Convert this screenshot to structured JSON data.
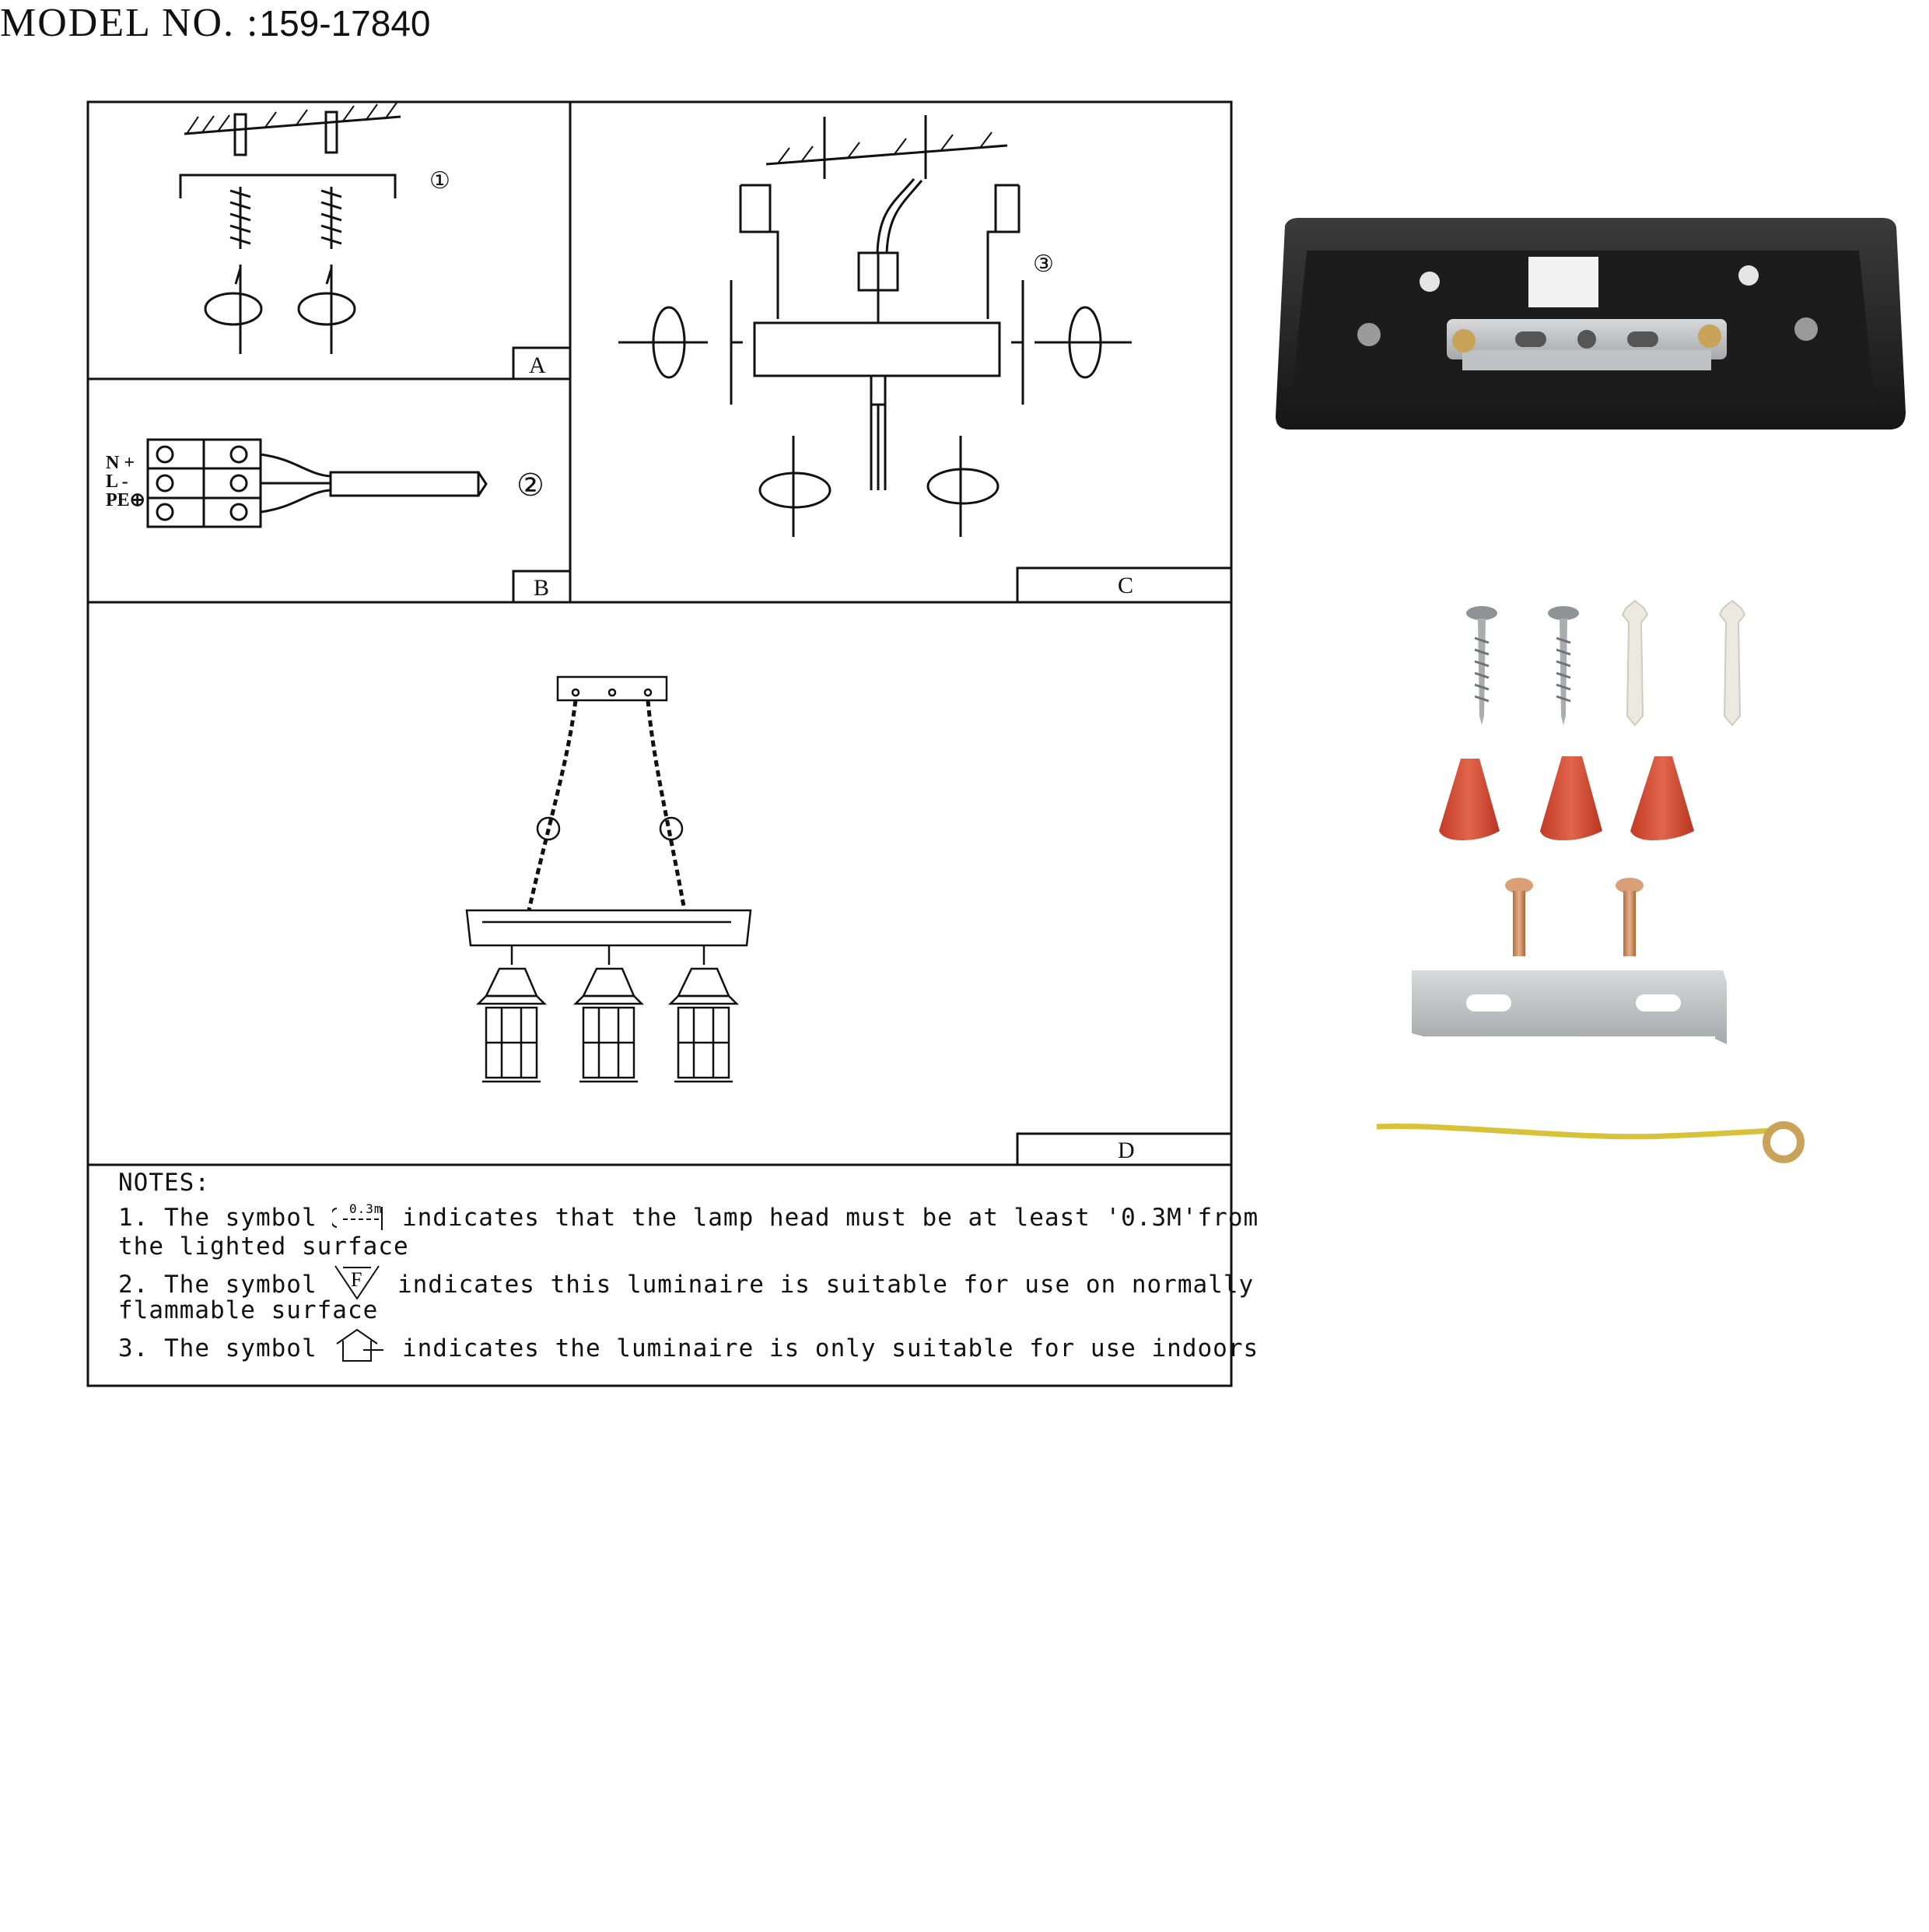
{
  "header": {
    "model_label": "MODEL NO. :",
    "model_number": "159-17840"
  },
  "panels": {
    "a": {
      "label": "A",
      "step": "①"
    },
    "b": {
      "label": "B",
      "step": "②",
      "wire_n": "N +",
      "wire_l": "L -",
      "wire_pe": "PE⊕"
    },
    "c": {
      "label": "C",
      "step": "③"
    },
    "d": {
      "label": "D"
    }
  },
  "notes": {
    "title": "NOTES:",
    "items": [
      {
        "prefix": "1. The symbol",
        "symbol_text": "0.3m",
        "suffix": "indicates that the lamp head must be at least '0.3M'from",
        "continuation": "the lighted surface"
      },
      {
        "prefix": "2. The symbol",
        "symbol_text": "F",
        "suffix": "indicates this luminaire is suitable for use on normally",
        "continuation": "flammable surface"
      },
      {
        "prefix": "3. The symbol",
        "symbol_text": "",
        "suffix": "indicates the luminaire is only suitable for use indoors",
        "continuation": ""
      }
    ]
  },
  "parts": [
    {
      "name": "canopy-base-plate",
      "color": "#1f1f1f"
    },
    {
      "name": "wood-screw",
      "count": 2,
      "color": "#9a9a9a"
    },
    {
      "name": "wall-plug",
      "count": 2,
      "color": "#ece9e0"
    },
    {
      "name": "wire-connector",
      "count": 3,
      "color": "#d14a33"
    },
    {
      "name": "brass-screw",
      "count": 2,
      "color": "#c98a5a"
    },
    {
      "name": "mounting-bracket",
      "count": 1,
      "color": "#b9bcbe"
    },
    {
      "name": "earth-wire",
      "count": 1,
      "color": "#d8c23a"
    }
  ]
}
